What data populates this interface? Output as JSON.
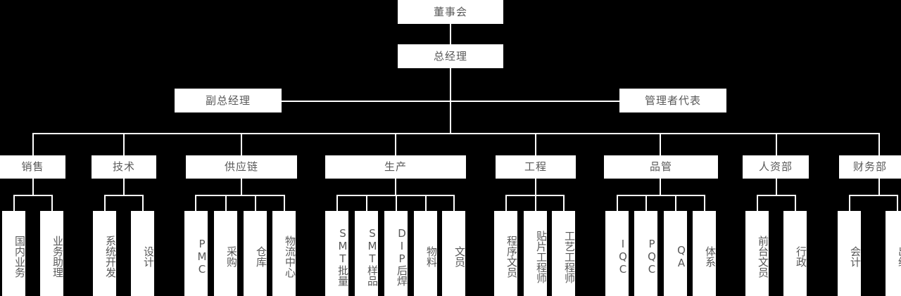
{
  "chart_meta": {
    "type": "org-chart",
    "orientation": "top-down",
    "background_color": "#000000",
    "node_fill_color": "#ffffff",
    "node_text_color": "#595959",
    "connector_color": "#ffffff"
  },
  "nodes": {
    "board": {
      "label": "董事会"
    },
    "general_manager": {
      "label": "总经理"
    },
    "deputy_general_manager": {
      "label": "副总经理"
    },
    "management_representative": {
      "label": "管理者代表"
    }
  },
  "departments": [
    {
      "id": "sales",
      "label": "销售"
    },
    {
      "id": "technology",
      "label": "技术"
    },
    {
      "id": "supplychain",
      "label": "供应链"
    },
    {
      "id": "production",
      "label": "生产"
    },
    {
      "id": "engineering",
      "label": "工程"
    },
    {
      "id": "quality",
      "label": "品管"
    },
    {
      "id": "hr",
      "label": "人资部"
    },
    {
      "id": "finance",
      "label": "财务部"
    }
  ],
  "teams": {
    "sales": [
      {
        "label": "国内业务"
      },
      {
        "label": "业务助理"
      }
    ],
    "technology": [
      {
        "label": "系统开发"
      },
      {
        "label": "设计"
      }
    ],
    "supplychain": [
      {
        "label": "PMC"
      },
      {
        "label": "采购"
      },
      {
        "label": "仓库"
      },
      {
        "label": "物流中心"
      }
    ],
    "production": [
      {
        "label": "SMT批量"
      },
      {
        "label": "SMT样品"
      },
      {
        "label": "DIP后焊"
      },
      {
        "label": "物料"
      },
      {
        "label": "文员"
      }
    ],
    "engineering": [
      {
        "label": "程序文员"
      },
      {
        "label": "贴片工程师"
      },
      {
        "label": "工艺工程师"
      }
    ],
    "quality": [
      {
        "label": "IQC"
      },
      {
        "label": "PQC"
      },
      {
        "label": "QA"
      },
      {
        "label": "体系"
      }
    ],
    "hr": [
      {
        "label": "前台文员"
      },
      {
        "label": "行政"
      }
    ],
    "finance": [
      {
        "label": "会计"
      },
      {
        "label": "出纳"
      }
    ]
  }
}
